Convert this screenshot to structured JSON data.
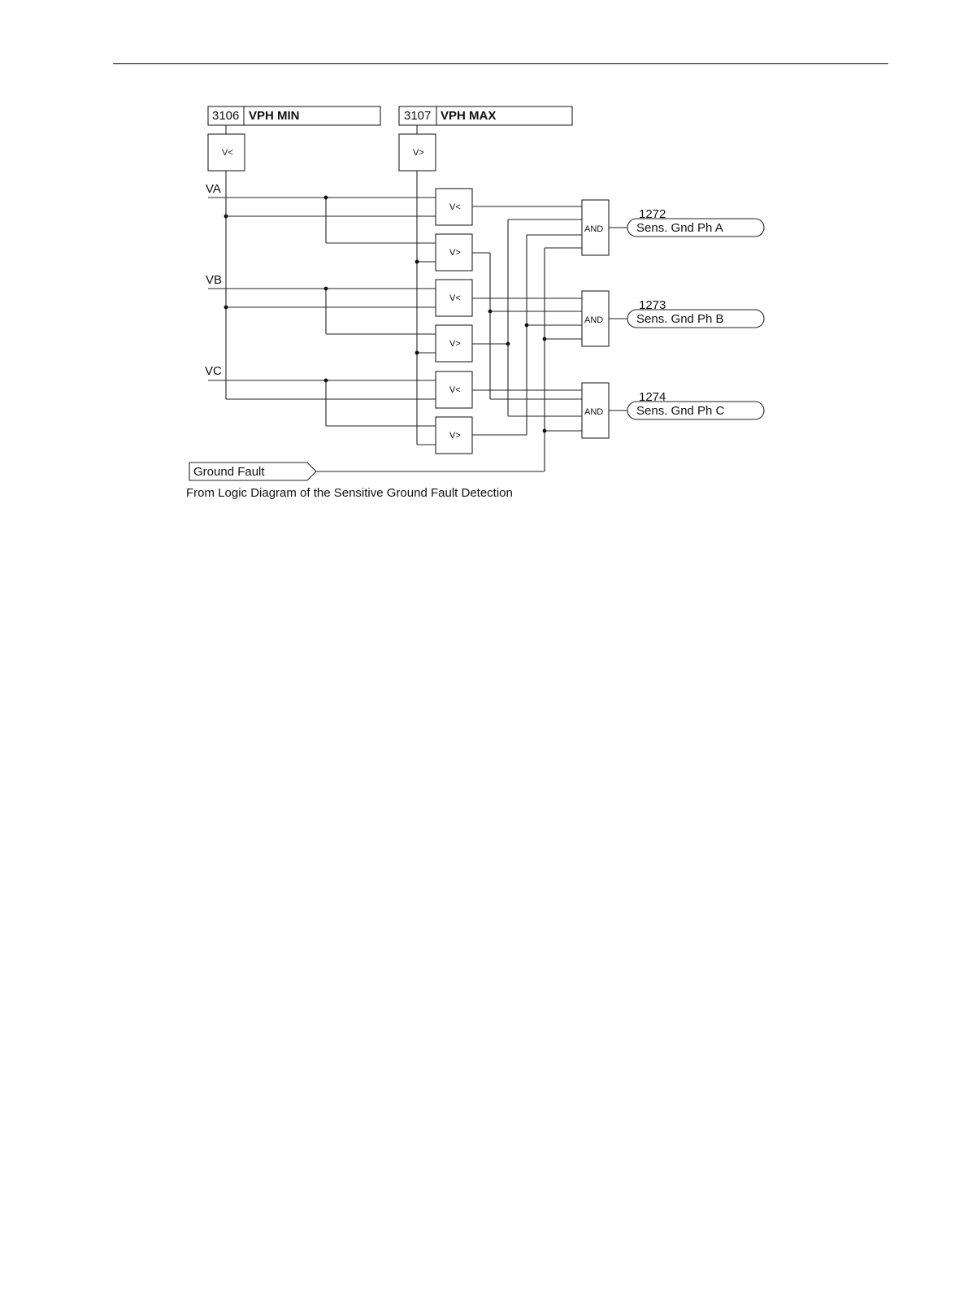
{
  "params": {
    "min": {
      "number": "3106",
      "label": "VPH MIN"
    },
    "max": {
      "number": "3107",
      "label": "VPH MAX"
    }
  },
  "blocks": {
    "under": "V<",
    "over": "V>",
    "and": "AND"
  },
  "inputs": {
    "va": "VA",
    "vb": "VB",
    "vc": "VC"
  },
  "outputs": [
    {
      "number": "1272",
      "label": "Sens. Gnd Ph A"
    },
    {
      "number": "1273",
      "label": "Sens. Gnd Ph B"
    },
    {
      "number": "1274",
      "label": "Sens. Gnd Ph C"
    }
  ],
  "ground_fault": {
    "label": "Ground Fault",
    "source_note": "From Logic Diagram of the Sensitive Ground Fault Detection"
  }
}
